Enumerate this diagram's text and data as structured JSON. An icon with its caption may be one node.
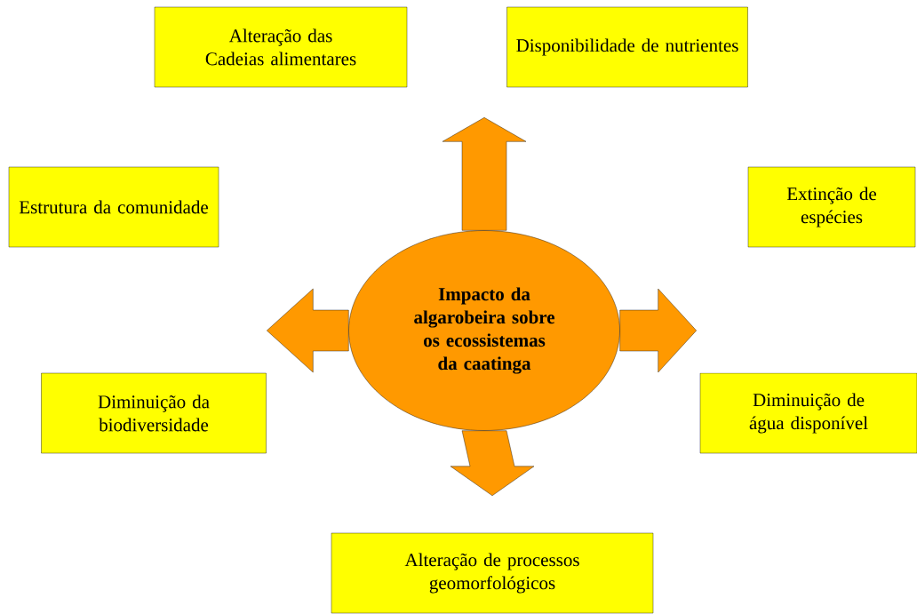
{
  "diagram": {
    "nodes": [
      {
        "text": [
          "Impacto da algarobeira sobre os ecossistemas da caatinga"
        ]
      },
      {
        "text": [
          "Alteração das Cadeias alimentares"
        ]
      },
      {
        "text": [
          "Disponibilidade de nutrientes"
        ]
      },
      {
        "text": [
          "Estrutura da comunidade"
        ]
      },
      {
        "text": [
          "Extinção de espécies"
        ]
      },
      {
        "text": [
          "Diminuição da biodiversidade"
        ]
      },
      {
        "text": [
          "Diminuição de água disponível"
        ]
      },
      {
        "text": [
          "Alteração de processos geomorfológicos"
        ]
      }
    ],
    "edges": [
      {
        "from": 0,
        "to": null,
        "arrow": "to"
      },
      {
        "from": 0,
        "to": null,
        "arrow": "to"
      },
      {
        "from": 0,
        "to": null,
        "arrow": "to"
      },
      {
        "from": 0,
        "to": 7,
        "arrow": "to"
      }
    ]
  }
}
